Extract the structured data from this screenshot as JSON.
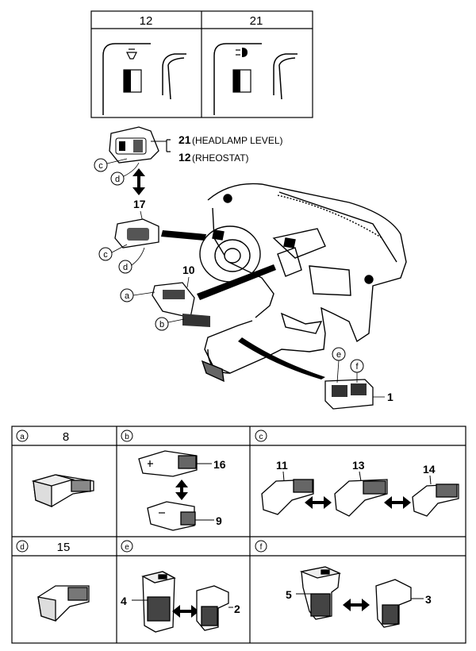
{
  "top_table": {
    "col_left": "12",
    "col_right": "21"
  },
  "callouts": {
    "headlamp": "21",
    "headlamp_desc": "(HEADLAMP LEVEL)",
    "rheostat": "12",
    "rheostat_desc": "(RHEOSTAT)",
    "p17": "17",
    "p10": "10",
    "p1": "1",
    "c1": "c",
    "d1": "d",
    "c2": "c",
    "d2": "d",
    "a": "a",
    "b": "b",
    "e": "e",
    "f": "f"
  },
  "grid": {
    "row1": [
      {
        "letter": "a",
        "part": "8"
      },
      {
        "letter": "b",
        "part": ""
      },
      {
        "letter": "c",
        "part": ""
      }
    ],
    "row2": [
      {
        "letter": "d",
        "part": "15"
      },
      {
        "letter": "e",
        "part": ""
      },
      {
        "letter": "f",
        "part": ""
      }
    ],
    "labels": {
      "b_top": "16",
      "b_bottom": "9",
      "c_1": "11",
      "c_2": "13",
      "c_3": "14",
      "e_left": "4",
      "e_right": "2",
      "f_left": "5",
      "f_right": "3"
    }
  }
}
